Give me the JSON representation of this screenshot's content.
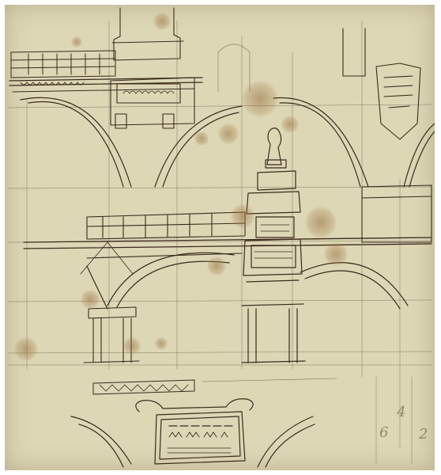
{
  "image": {
    "subject": "architectural-sketch",
    "medium": "pen-and-ink-on-paper"
  },
  "palette": {
    "paper": "#ddd7b6",
    "ink": "#3b2a1c",
    "stain": "#9a6d3c"
  },
  "handwritten_numbers": [
    "4",
    "6",
    "2"
  ]
}
